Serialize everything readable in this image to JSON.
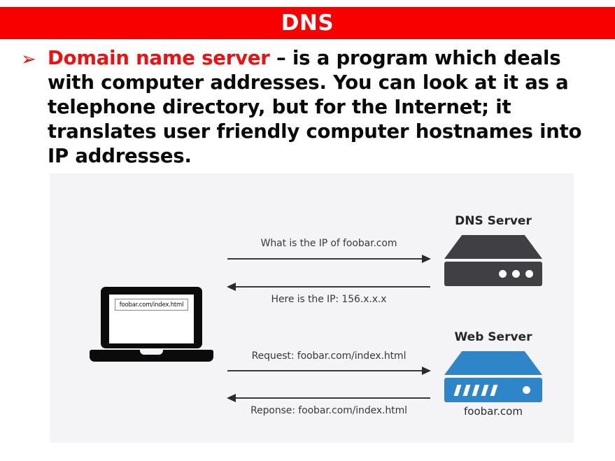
{
  "slide": {
    "title": "DNS",
    "title_bar_color": "#f80000",
    "bullet_marker": "➢",
    "term": "Domain name server",
    "term_color": "#ee1111",
    "body_text": " – is a program which deals with computer addresses. You can look at it as a telephone directory, but for the Internet; it translates user friendly computer hostnames into IP addresses."
  },
  "diagram": {
    "background": "#f4f3f5",
    "client": {
      "url_bar_value": "foobar.com/index.html"
    },
    "messages": [
      {
        "label": "What is the IP of foobar.com",
        "direction": "right"
      },
      {
        "label": "Here is the IP: 156.x.x.x",
        "direction": "left"
      },
      {
        "label": "Request: foobar.com/index.html",
        "direction": "right"
      },
      {
        "label": "Reponse: foobar.com/index.html",
        "direction": "left"
      }
    ],
    "servers": [
      {
        "title": "DNS Server",
        "caption": "",
        "color": "#3f3f44",
        "indicator": "three-leds"
      },
      {
        "title": "Web Server",
        "caption": "foobar.com",
        "color": "#2e86c8",
        "indicator": "drive-slots"
      }
    ]
  }
}
